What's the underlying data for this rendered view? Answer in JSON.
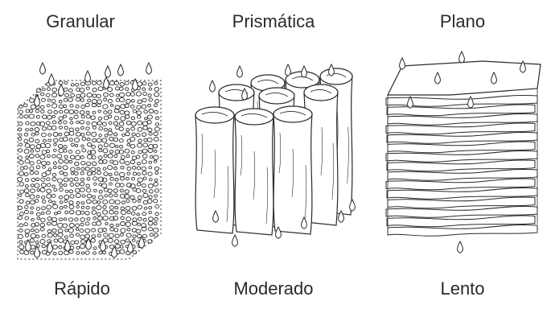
{
  "structures": [
    {
      "name": "Granular",
      "rate": "Rápido"
    },
    {
      "name": "Prismática",
      "rate": "Moderado"
    },
    {
      "name": "Plano",
      "rate": "Lento"
    }
  ],
  "colors": {
    "ink": "#2a2a2a",
    "paper": "#ffffff"
  },
  "icons": [
    "water-drop-icon"
  ]
}
